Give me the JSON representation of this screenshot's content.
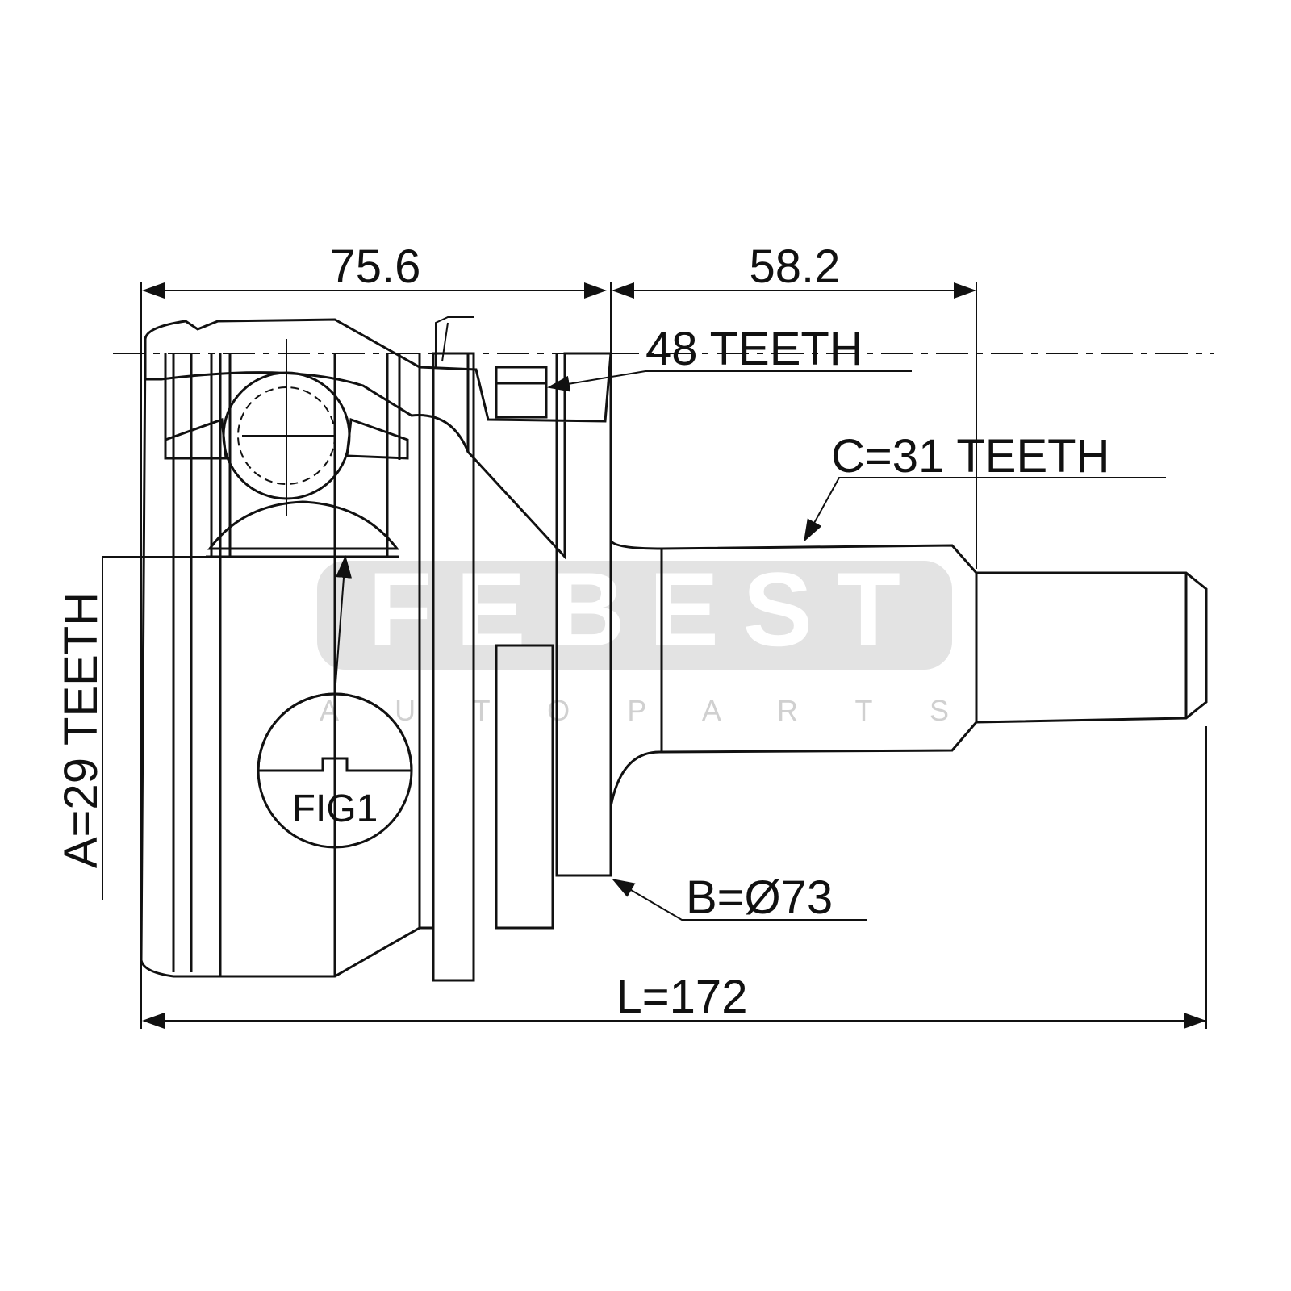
{
  "drawing": {
    "title": "CV joint outer (ABS) dimension drawing",
    "dimensions": {
      "dim_left": "75.6",
      "dim_right": "58.2",
      "spline_outer": "48 TEETH",
      "spline_shaft": "C=31 TEETH",
      "spline_inner": "A=29 TEETH",
      "diameter": "B=Ø73",
      "length": "L=172"
    },
    "figure_label": "FIG1",
    "watermark": {
      "brand": "FEBEST",
      "subtitle": "A U T O   P A R T S"
    },
    "colors": {
      "line": "#111111",
      "watermark_bg": "#e3e3e3",
      "watermark_sub": "#d0d0d0"
    }
  }
}
